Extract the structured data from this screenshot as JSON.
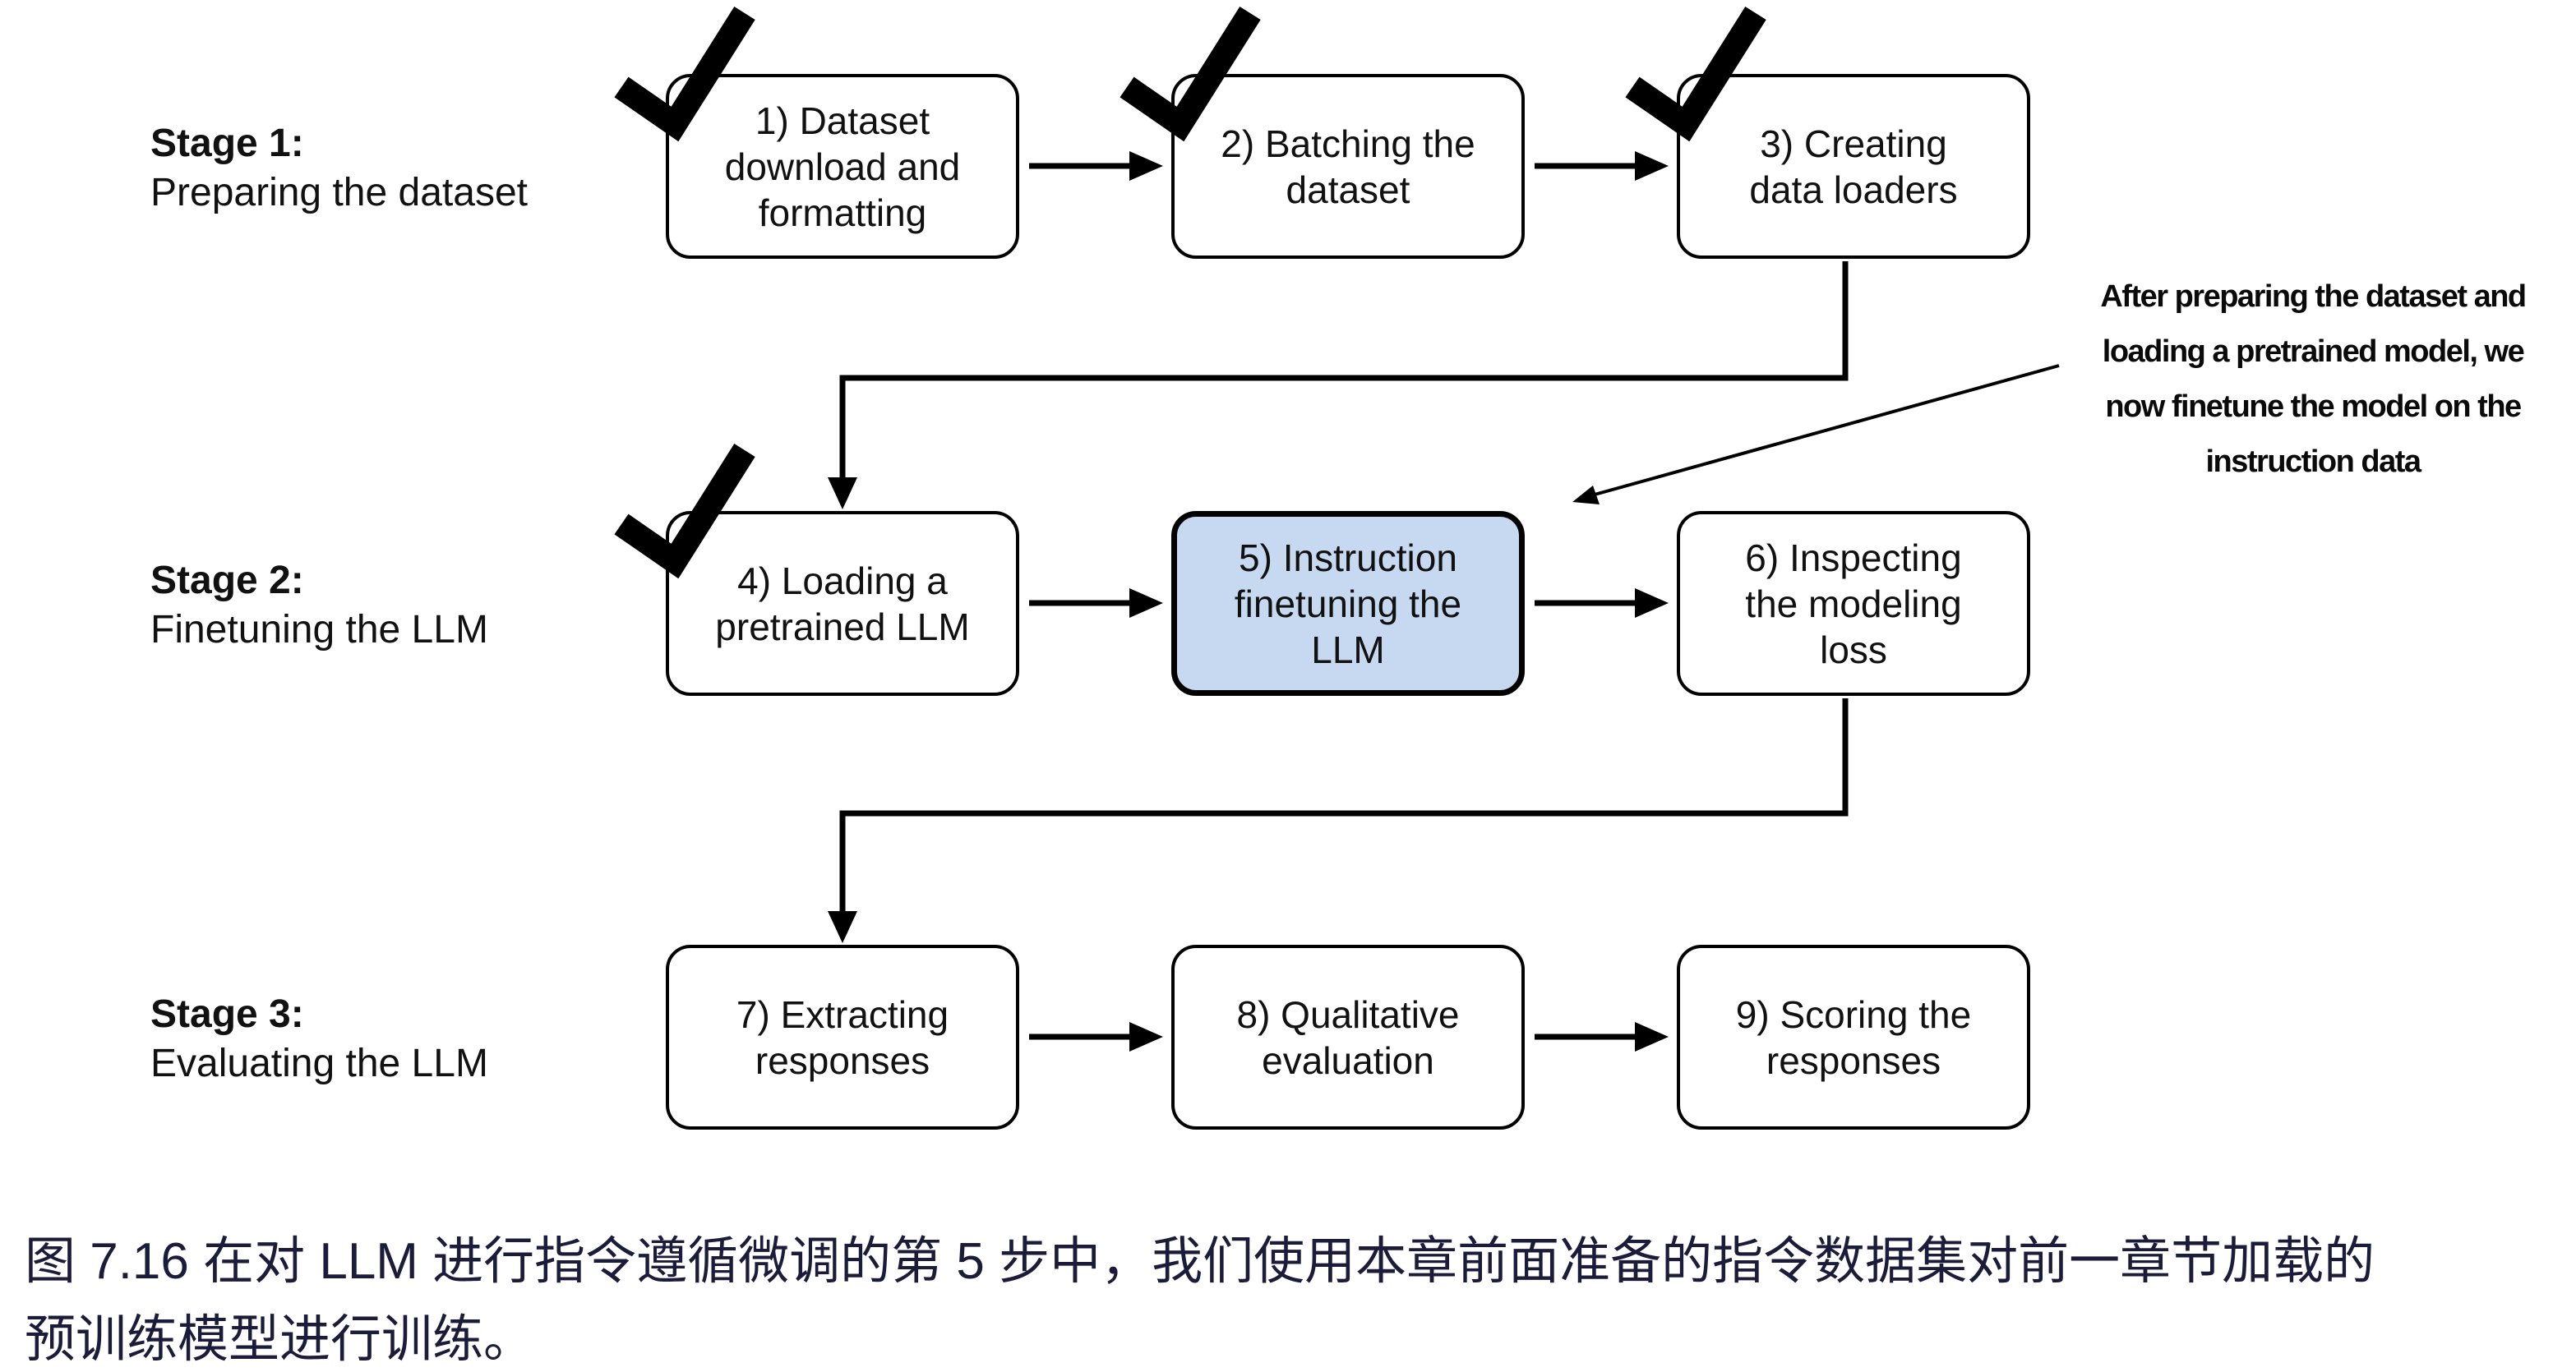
{
  "figure": {
    "stages": [
      {
        "title": "Stage 1:",
        "subtitle": "Preparing the dataset"
      },
      {
        "title": "Stage 2:",
        "subtitle": "Finetuning the LLM"
      },
      {
        "title": "Stage 3:",
        "subtitle": "Evaluating the LLM"
      }
    ],
    "boxes": [
      {
        "id": 1,
        "text": "1) Dataset\ndownload and\nformatting",
        "checked": true,
        "highlighted": false
      },
      {
        "id": 2,
        "text": "2) Batching the\ndataset",
        "checked": true,
        "highlighted": false
      },
      {
        "id": 3,
        "text": "3) Creating\ndata loaders",
        "checked": true,
        "highlighted": false
      },
      {
        "id": 4,
        "text": "4) Loading a\npretrained LLM",
        "checked": true,
        "highlighted": false
      },
      {
        "id": 5,
        "text": "5) Instruction\nfinetuning the\nLLM",
        "checked": false,
        "highlighted": true
      },
      {
        "id": 6,
        "text": "6) Inspecting\nthe modeling\nloss",
        "checked": false,
        "highlighted": false
      },
      {
        "id": 7,
        "text": "7) Extracting\nresponses",
        "checked": false,
        "highlighted": false
      },
      {
        "id": 8,
        "text": "8) Qualitative\nevaluation",
        "checked": false,
        "highlighted": false
      },
      {
        "id": 9,
        "text": "9) Scoring the\nresponses",
        "checked": false,
        "highlighted": false
      }
    ],
    "annotation": {
      "text": "After preparing the dataset and\nloading a pretrained model, we\nnow finetune the model on the\ninstruction data"
    }
  },
  "caption": {
    "text": "图 7.16 在对 LLM 进行指令遵循微调的第 5 步中，我们使用本章前面准备的指令数据集对前一章节加载的\n预训练模型进行训练。"
  },
  "colors": {
    "highlight_fill": "#c6d9f0",
    "diagram_stroke": "#000000",
    "caption_color": "#1b1b3a"
  }
}
